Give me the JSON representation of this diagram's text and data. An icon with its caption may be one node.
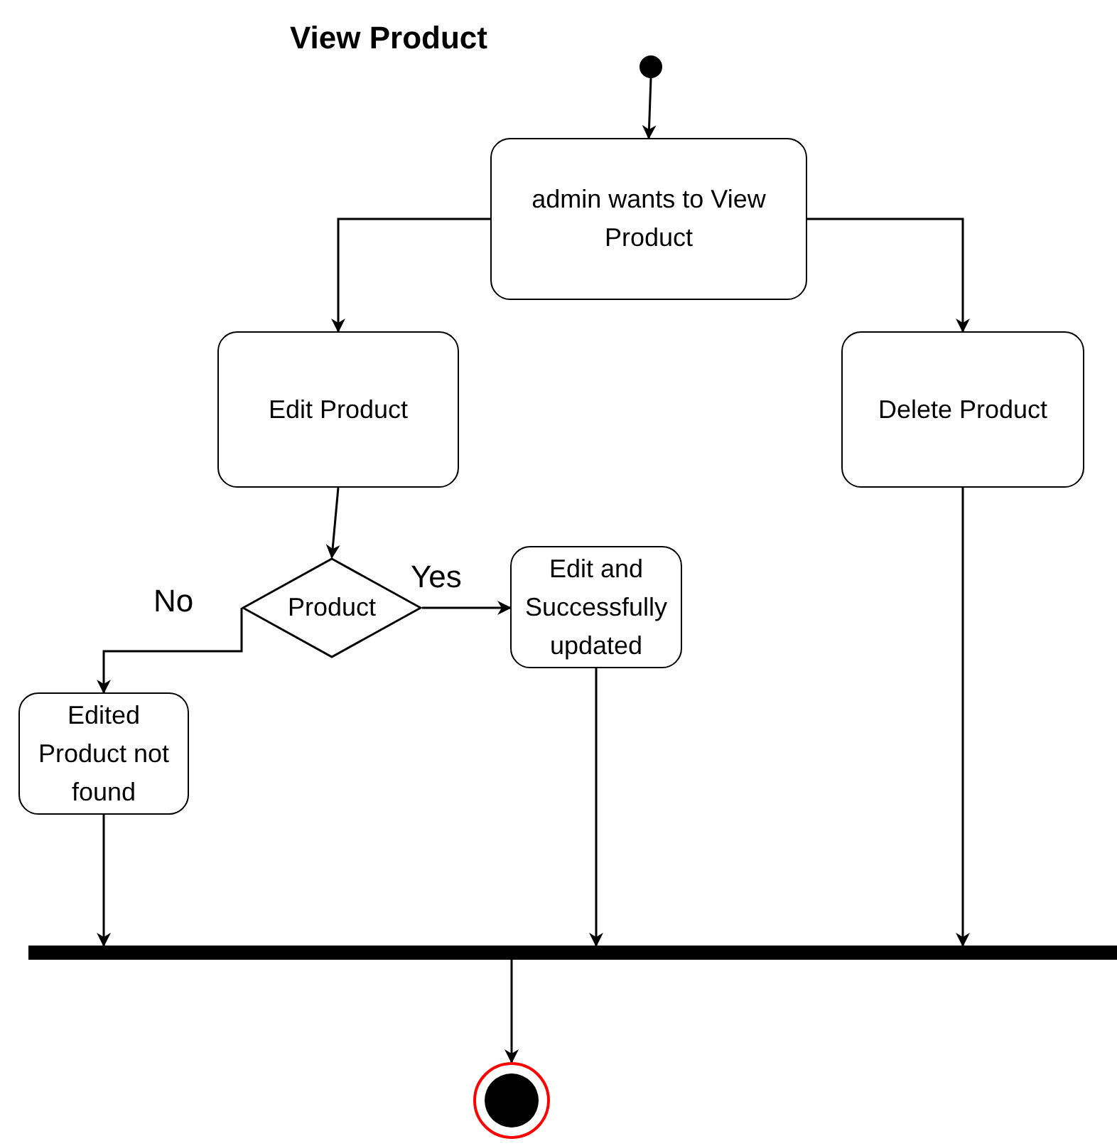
{
  "diagram": {
    "title": "View Product",
    "nodes": [
      {
        "text": [],
        "shape": "circle"
      },
      {
        "text": [
          "admin wants to View Product"
        ]
      },
      {
        "text": [
          "Edit Product"
        ]
      },
      {
        "text": [
          "Delete Product"
        ]
      },
      {
        "text": [
          "Product"
        ]
      },
      {
        "text": [
          "Edit and Successfully updated"
        ]
      },
      {
        "text": [
          "Edited Product not found"
        ]
      },
      {
        "text": [],
        "shape": "bar"
      },
      {
        "text": [],
        "shape": "circle"
      }
    ],
    "edges": [
      {
        "from": 0,
        "to": 1,
        "arrow": "to"
      },
      {
        "from": 1,
        "to": 2,
        "arrow": "to"
      },
      {
        "from": 1,
        "to": 3,
        "arrow": "to"
      },
      {
        "from": 2,
        "to": 4,
        "arrow": "to"
      },
      {
        "from": 4,
        "to": 5,
        "arrow": "to",
        "label": "Yes"
      },
      {
        "from": 4,
        "to": 6,
        "arrow": "to",
        "label": "No"
      },
      {
        "from": 6,
        "to": 7,
        "arrow": "to"
      },
      {
        "from": 5,
        "to": 7,
        "arrow": "to"
      },
      {
        "from": 3,
        "to": 7,
        "arrow": "to"
      },
      {
        "from": 7,
        "to": 8,
        "arrow": "to"
      }
    ]
  }
}
